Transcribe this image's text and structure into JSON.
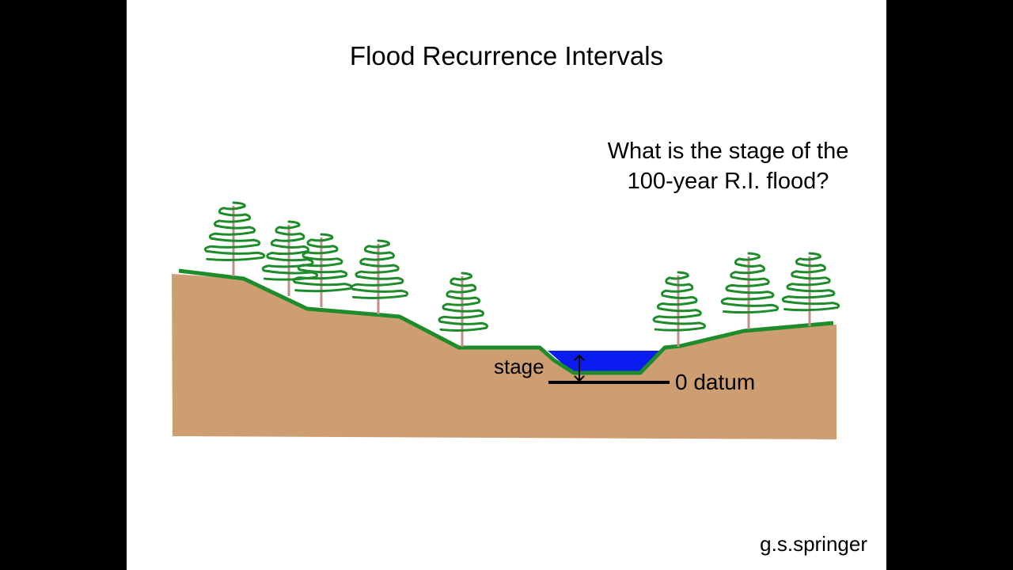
{
  "slide": {
    "title": "Flood Recurrence Intervals",
    "question": "What is the stage of the 100-year R.I. flood?",
    "labels": {
      "stage": "stage",
      "datum": "0 datum"
    },
    "credit": "g.s.springer"
  },
  "colors": {
    "ground": "#cc9e72",
    "grass": "#1e8c2a",
    "water": "#0a1cf0",
    "trunk": "#c58c8c",
    "slide_bg": "#ffffff",
    "frame_bg": "#000000"
  },
  "icons": {
    "stage_arrow": "double-headed-vertical-arrow",
    "tree": "scribbled-pine-tree"
  }
}
